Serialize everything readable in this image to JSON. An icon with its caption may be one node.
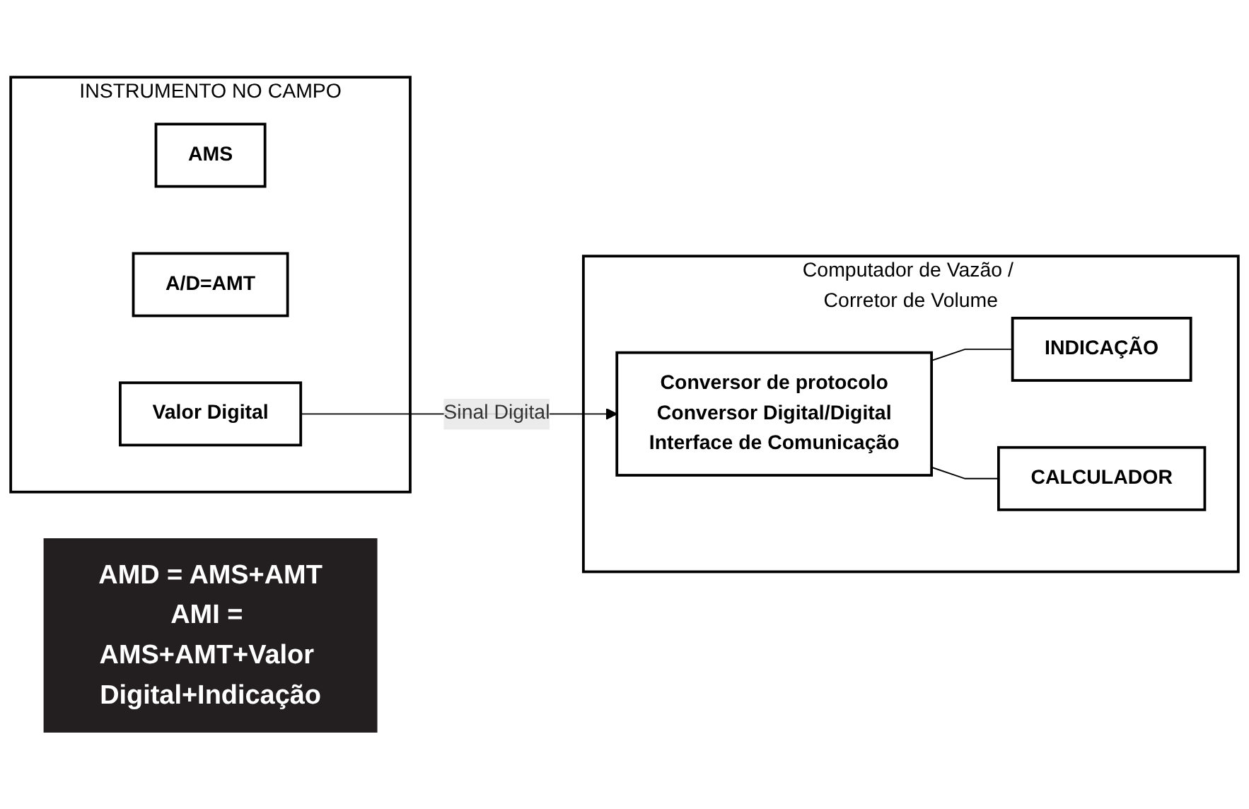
{
  "diagram": {
    "nodes": [
      {
        "text": [
          "INSTRUMENTO NO CAMPO"
        ]
      },
      {
        "text": [
          "AMS"
        ],
        "in": 0
      },
      {
        "text": [
          "A/D=AMT"
        ],
        "in": 0
      },
      {
        "text": [
          "Valor Digital"
        ],
        "in": 0
      },
      {
        "text": [
          "Computador de Vazão / Corretor de Volume"
        ]
      },
      {
        "text": [
          "Conversor de protocolo",
          "Conversor Digital/Digital",
          "Interface de Comunicação"
        ],
        "in": 4
      },
      {
        "text": [
          "INDICAÇÃO"
        ],
        "in": 4
      },
      {
        "text": [
          "CALCULADOR"
        ],
        "in": 4
      },
      {
        "text": [
          "AMD = AMS+AMT",
          "AMI = AMS+AMT+Valor Digital+Indicação"
        ]
      }
    ],
    "edges": [
      {
        "from": 3,
        "to": 5,
        "arrow": "to",
        "label": "Sinal Digital"
      },
      {
        "from": 5,
        "to": 6,
        "arrow": "none"
      },
      {
        "from": 5,
        "to": 7,
        "arrow": "none"
      }
    ]
  }
}
